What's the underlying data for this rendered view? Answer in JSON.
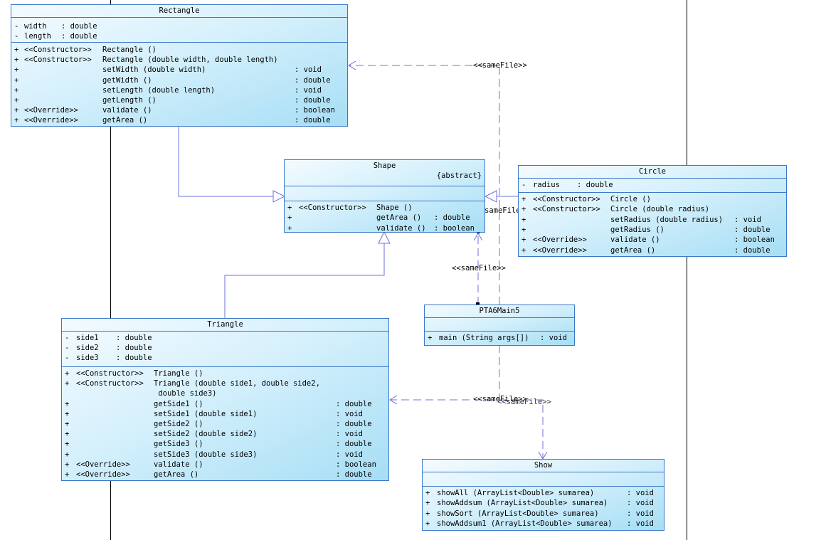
{
  "classes": {
    "rectangle": {
      "name": "Rectangle",
      "attributes": [
        {
          "vis": "-",
          "name": "width",
          "type": ": double"
        },
        {
          "vis": "-",
          "name": "length",
          "type": ": double"
        }
      ],
      "operations": [
        {
          "vis": "+",
          "stereo": "<<Constructor>>",
          "sig": "Rectangle ()",
          "ret": ""
        },
        {
          "vis": "+",
          "stereo": "<<Constructor>>",
          "sig": "Rectangle (double width, double length)",
          "ret": ""
        },
        {
          "vis": "+",
          "stereo": "",
          "sig": "setWidth (double width)",
          "ret": ": void"
        },
        {
          "vis": "+",
          "stereo": "",
          "sig": "getWidth ()",
          "ret": ": double"
        },
        {
          "vis": "+",
          "stereo": "",
          "sig": "setLength (double length)",
          "ret": ": void"
        },
        {
          "vis": "+",
          "stereo": "",
          "sig": "getLength ()",
          "ret": ": double"
        },
        {
          "vis": "+",
          "stereo": "<<Override>>",
          "sig": "validate ()",
          "ret": ": boolean"
        },
        {
          "vis": "+",
          "stereo": "<<Override>>",
          "sig": "getArea ()",
          "ret": ": double"
        }
      ]
    },
    "shape": {
      "name": "Shape",
      "stereotype": "{abstract}",
      "operations": [
        {
          "vis": "+",
          "stereo": "<<Constructor>>",
          "sig": "Shape ()",
          "ret": ""
        },
        {
          "vis": "+",
          "stereo": "",
          "sig": "getArea ()",
          "ret": ": double"
        },
        {
          "vis": "+",
          "stereo": "",
          "sig": "validate ()",
          "ret": ": boolean"
        }
      ]
    },
    "circle": {
      "name": "Circle",
      "attributes": [
        {
          "vis": "-",
          "name": "radius",
          "type": ": double"
        }
      ],
      "operations": [
        {
          "vis": "+",
          "stereo": "<<Constructor>>",
          "sig": "Circle ()",
          "ret": ""
        },
        {
          "vis": "+",
          "stereo": "<<Constructor>>",
          "sig": "Circle (double radius)",
          "ret": ""
        },
        {
          "vis": "+",
          "stereo": "",
          "sig": "setRadius (double radius)",
          "ret": ": void"
        },
        {
          "vis": "+",
          "stereo": "",
          "sig": "getRadius ()",
          "ret": ": double"
        },
        {
          "vis": "+",
          "stereo": "<<Override>>",
          "sig": "validate ()",
          "ret": ": boolean"
        },
        {
          "vis": "+",
          "stereo": "<<Override>>",
          "sig": "getArea ()",
          "ret": ": double"
        }
      ]
    },
    "triangle": {
      "name": "Triangle",
      "attributes": [
        {
          "vis": "-",
          "name": "side1",
          "type": ": double"
        },
        {
          "vis": "-",
          "name": "side2",
          "type": ": double"
        },
        {
          "vis": "-",
          "name": "side3",
          "type": ": double"
        }
      ],
      "operations": [
        {
          "vis": "+",
          "stereo": "<<Constructor>>",
          "sig": "Triangle ()",
          "ret": ""
        },
        {
          "vis": "+",
          "stereo": "<<Constructor>>",
          "sig": "Triangle (double side1, double side2,",
          "ret": ""
        },
        {
          "vis": "",
          "stereo": "",
          "sig": " double side3)",
          "ret": ""
        },
        {
          "vis": "+",
          "stereo": "",
          "sig": "getSide1 ()",
          "ret": ": double"
        },
        {
          "vis": "+",
          "stereo": "",
          "sig": "setSide1 (double side1)",
          "ret": ": void"
        },
        {
          "vis": "+",
          "stereo": "",
          "sig": "getSide2 ()",
          "ret": ": double"
        },
        {
          "vis": "+",
          "stereo": "",
          "sig": "setSide2 (double side2)",
          "ret": ": void"
        },
        {
          "vis": "+",
          "stereo": "",
          "sig": "getSide3 ()",
          "ret": ": double"
        },
        {
          "vis": "+",
          "stereo": "",
          "sig": "setSide3 (double side3)",
          "ret": ": void"
        },
        {
          "vis": "+",
          "stereo": "<<Override>>",
          "sig": "validate ()",
          "ret": ": boolean"
        },
        {
          "vis": "+",
          "stereo": "<<Override>>",
          "sig": "getArea ()",
          "ret": ": double"
        }
      ]
    },
    "main": {
      "name": "PTA6Main5",
      "operations": [
        {
          "vis": "+",
          "stereo": "",
          "sig": "main (String args[])",
          "ret": ": void"
        }
      ]
    },
    "show": {
      "name": "Show",
      "operations": [
        {
          "vis": "+",
          "stereo": "",
          "sig": "showAll (ArrayList<Double> sumarea)",
          "ret": ": void"
        },
        {
          "vis": "+",
          "stereo": "",
          "sig": "showAddsum (ArrayList<Double> sumarea)",
          "ret": ": void"
        },
        {
          "vis": "+",
          "stereo": "",
          "sig": "showSort (ArrayList<Double> sumarea)",
          "ret": ": void"
        },
        {
          "vis": "+",
          "stereo": "",
          "sig": "showAddsum1 (ArrayList<Double> sumarea)",
          "ret": ": void"
        }
      ]
    }
  },
  "labels": {
    "same_file_rect": "<<sameFile>>",
    "same_file_circle": "sameFile",
    "same_file_shape": "<<sameFile>>",
    "same_file_tri": "<<sameFile>>",
    "same_file_show": "<<sameFile>>"
  },
  "colors": {
    "border": "#3c78c8",
    "connector": "#7070dd",
    "fill_light": "#f4fbff",
    "fill_dark": "#a6def5"
  }
}
